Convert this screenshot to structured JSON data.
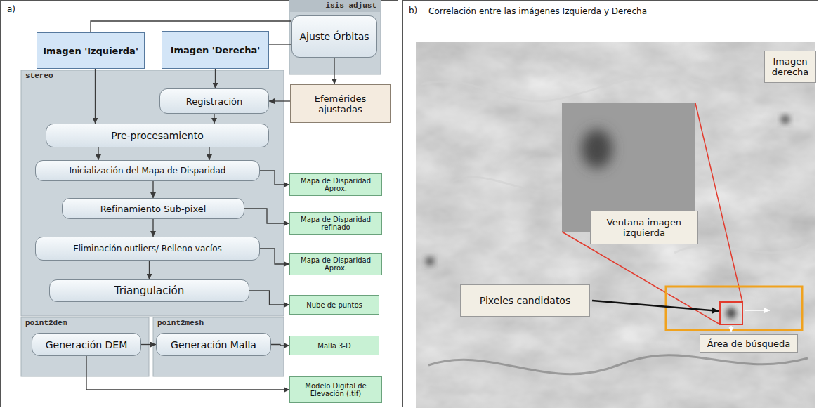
{
  "diagram": {
    "nodes": [
      {
        "text": [
          "Imagen 'Izquierda'"
        ]
      },
      {
        "text": [
          "Imagen 'Derecha'"
        ]
      },
      {
        "text": [
          "isis_adjust"
        ]
      },
      {
        "text": [
          "Ajuste Órbitas"
        ],
        "in": 2
      },
      {
        "text": [
          "stereo"
        ]
      },
      {
        "text": [
          "Registración"
        ],
        "in": 4
      },
      {
        "text": [
          "Efemérides ajustadas"
        ]
      },
      {
        "text": [
          "Pre-procesamiento"
        ],
        "in": 4
      },
      {
        "text": [
          "Inicialización del Mapa de Disparidad"
        ],
        "in": 4
      },
      {
        "text": [
          "Mapa de Disparidad Aprox."
        ]
      },
      {
        "text": [
          "Refinamiento Sub-pixel"
        ],
        "in": 4
      },
      {
        "text": [
          "Mapa de Disparidad refinado"
        ]
      },
      {
        "text": [
          "Eliminación outliers/ Relleno vacíos"
        ],
        "in": 4
      },
      {
        "text": [
          "Mapa de Disparidad Aprox."
        ]
      },
      {
        "text": [
          "Triangulación"
        ],
        "in": 4
      },
      {
        "text": [
          "Nube de puntos"
        ]
      },
      {
        "text": [
          "point2dem"
        ]
      },
      {
        "text": [
          "Generación DEM"
        ],
        "in": 16
      },
      {
        "text": [
          "point2mesh"
        ]
      },
      {
        "text": [
          "Generación Malla"
        ],
        "in": 18
      },
      {
        "text": [
          "Malla 3-D"
        ]
      },
      {
        "text": [
          "Modelo Digital de Elevación (.tif)"
        ]
      },
      {
        "text": [
          "Imagen derecha"
        ]
      },
      {
        "text": [
          "Ventana imagen izquierda"
        ]
      },
      {
        "text": [
          "Pixeles candidatos"
        ]
      },
      {
        "text": [
          "Área de búsqueda"
        ]
      }
    ],
    "edges": [
      {
        "from": 0,
        "to": 3,
        "arrow": "none"
      },
      {
        "from": 1,
        "to": 3,
        "arrow": "none"
      },
      {
        "from": 0,
        "to": 7,
        "arrow": "to"
      },
      {
        "from": 1,
        "to": 5,
        "arrow": "to"
      },
      {
        "from": 5,
        "to": 7,
        "arrow": "to"
      },
      {
        "from": 3,
        "to": 6,
        "arrow": "to"
      },
      {
        "from": 6,
        "to": 5,
        "arrow": "to"
      },
      {
        "from": 7,
        "to": 8,
        "arrow": "to"
      },
      {
        "from": 7,
        "to": 8,
        "arrow": "to"
      },
      {
        "from": 8,
        "to": 9,
        "arrow": "to"
      },
      {
        "from": 8,
        "to": 10,
        "arrow": "to"
      },
      {
        "from": 10,
        "to": 11,
        "arrow": "to"
      },
      {
        "from": 10,
        "to": 12,
        "arrow": "to"
      },
      {
        "from": 12,
        "to": 13,
        "arrow": "to"
      },
      {
        "from": 12,
        "to": 14,
        "arrow": "to"
      },
      {
        "from": 14,
        "to": 15,
        "arrow": "to"
      },
      {
        "from": 17,
        "to": 19,
        "arrow": "to"
      },
      {
        "from": 19,
        "to": 20,
        "arrow": "to"
      },
      {
        "from": 17,
        "to": 21,
        "arrow": "to"
      }
    ],
    "labels": [
      "a)",
      "b)",
      "Correlación entre las imágenes Izquierda y Derecha"
    ]
  }
}
